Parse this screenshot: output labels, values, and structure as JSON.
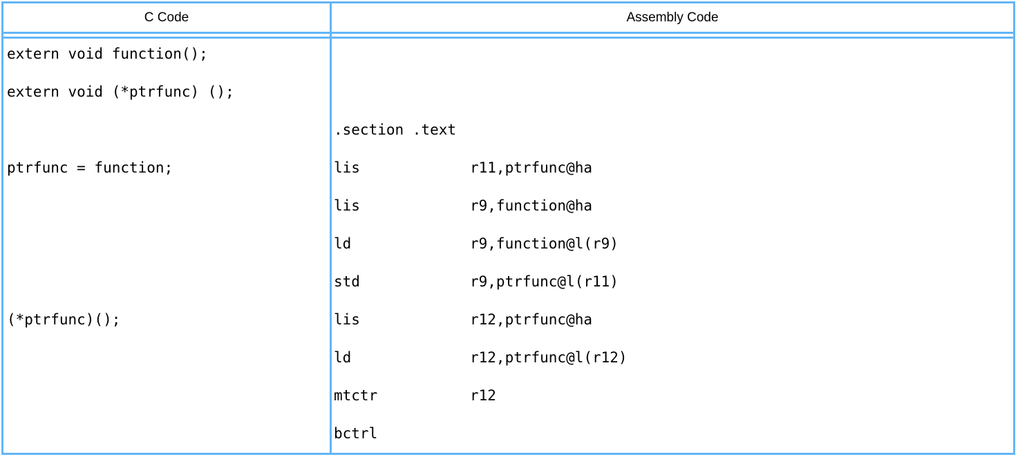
{
  "table": {
    "border_color": "#64b5f6",
    "text_color": "#000000",
    "headers": {
      "c": "C Code",
      "asm": "Assembly Code"
    },
    "rows": [
      {
        "c": "extern void function();",
        "op": "",
        "args": ""
      },
      {
        "c": "extern void (*ptrfunc) ();",
        "op": "",
        "args": ""
      },
      {
        "c": "",
        "op": ".section .text",
        "args": ""
      },
      {
        "c": "ptrfunc = function;",
        "op": "lis",
        "args": "r11,ptrfunc@ha"
      },
      {
        "c": "",
        "op": "lis",
        "args": "r9,function@ha"
      },
      {
        "c": "",
        "op": "ld",
        "args": "r9,function@l(r9)"
      },
      {
        "c": "",
        "op": "std",
        "args": "r9,ptrfunc@l(r11)"
      },
      {
        "c": "(*ptrfunc)();",
        "op": "lis",
        "args": "r12,ptrfunc@ha"
      },
      {
        "c": "",
        "op": "ld",
        "args": "r12,ptrfunc@l(r12)"
      },
      {
        "c": "",
        "op": "mtctr",
        "args": "r12"
      },
      {
        "c": "",
        "op": "bctrl",
        "args": ""
      }
    ]
  }
}
